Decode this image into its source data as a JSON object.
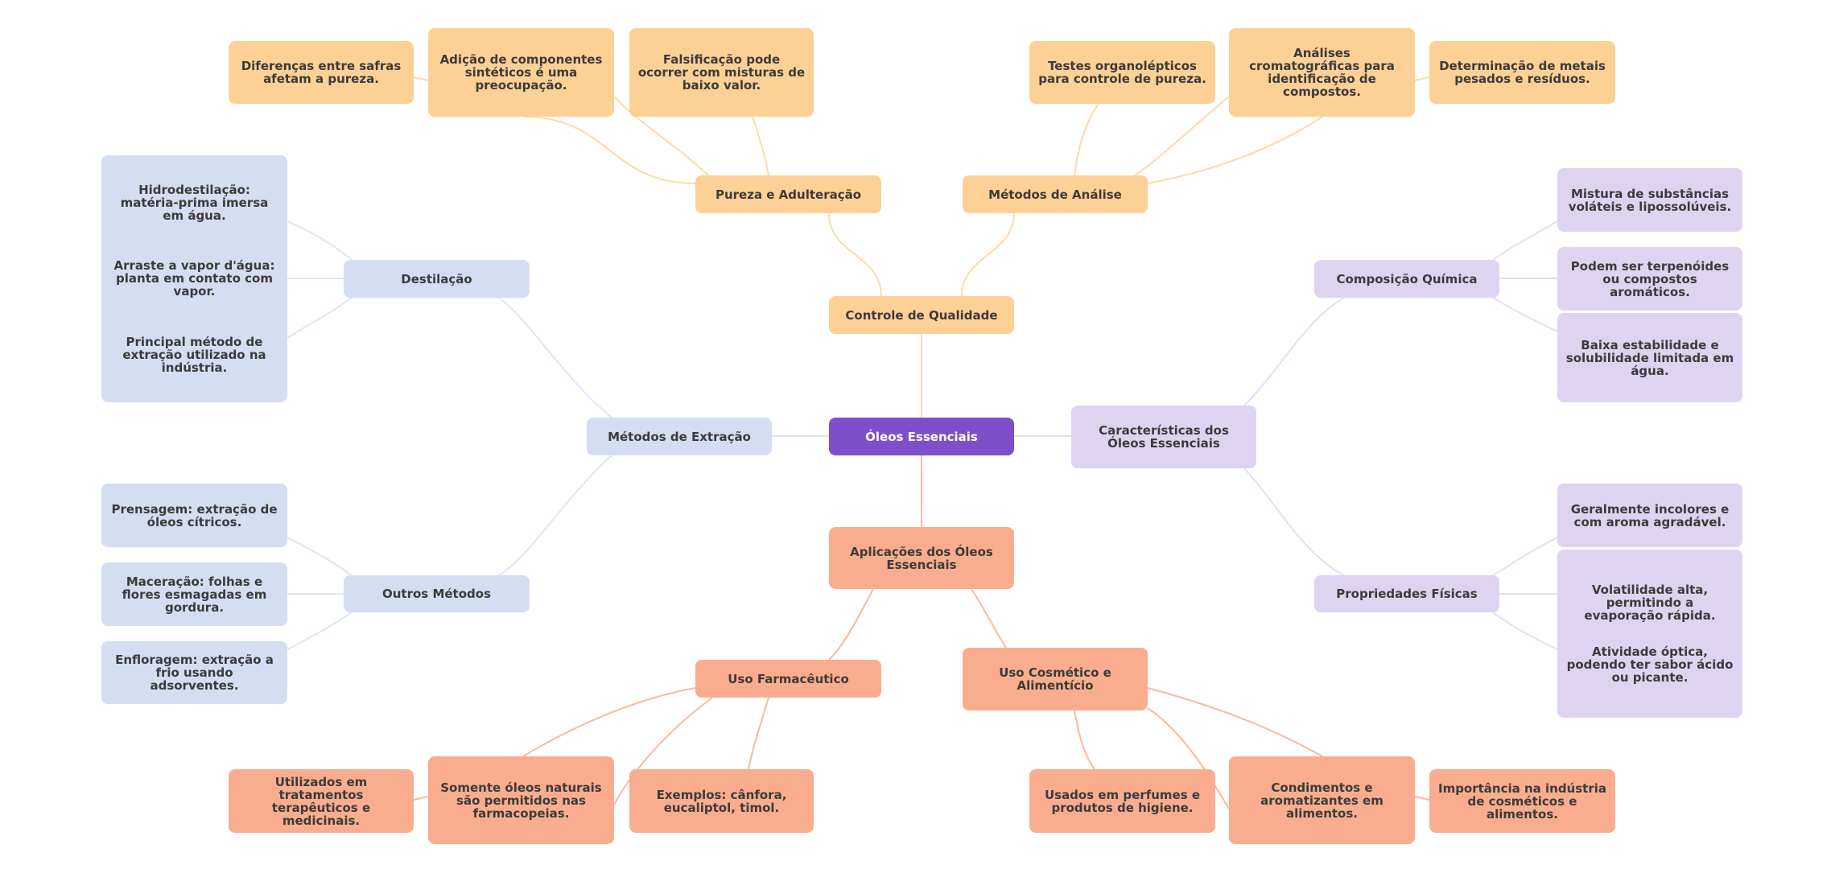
{
  "colors": {
    "root": "#7f4fcb",
    "quality": "#fdd096",
    "extraction": "#d5ddf2",
    "characteristics": "#ded4f1",
    "applications": "#f9ad8e",
    "text": "#3b3b3b"
  },
  "root": {
    "label": "Óleos Essenciais"
  },
  "quality": {
    "label": "Controle de Qualidade",
    "purity": {
      "label": "Pureza e Adulteração",
      "items": [
        "Diferenças entre safras afetam a pureza.",
        "Adição de componentes sintéticos é uma preocupação.",
        "Falsificação pode ocorrer com misturas de baixo valor."
      ]
    },
    "analysis": {
      "label": "Métodos de Análise",
      "items": [
        "Testes organolépticos para controle de pureza.",
        "Análises cromatográficas para identificação de compostos.",
        "Determinação de metais pesados e resíduos."
      ]
    }
  },
  "extraction": {
    "label": "Métodos de Extração",
    "distillation": {
      "label": "Destilação",
      "items": [
        "Hidrodestilação: matéria-prima imersa em água.",
        "Arraste a vapor d'água: planta em contato com vapor.",
        "Principal método de extração utilizado na indústria."
      ]
    },
    "others": {
      "label": "Outros Métodos",
      "items": [
        "Prensagem: extração de óleos cítricos.",
        "Maceração: folhas e flores esmagadas em gordura.",
        "Enfloragem: extração a frio usando adsorventes."
      ]
    }
  },
  "characteristics": {
    "label": "Características dos Óleos Essenciais",
    "composition": {
      "label": "Composição Química",
      "items": [
        "Mistura de substâncias voláteis e lipossolúveis.",
        "Podem ser terpenóides ou compostos aromáticos.",
        "Baixa estabilidade e solubilidade limitada em água."
      ]
    },
    "physical": {
      "label": "Propriedades Físicas",
      "items": [
        "Geralmente incolores e com aroma agradável.",
        "Volatilidade alta, permitindo a evaporação rápida.",
        "Atividade óptica, podendo ter sabor ácido ou picante."
      ]
    }
  },
  "applications": {
    "label": "Aplicações dos Óleos Essenciais",
    "pharma": {
      "label": "Uso Farmacêutico",
      "items": [
        "Utilizados em tratamentos terapêuticos e medicinais.",
        "Somente óleos naturais são permitidos nas farmacopeias.",
        "Exemplos: cânfora, eucaliptol, timol."
      ]
    },
    "cosmetic": {
      "label": "Uso Cosmético e Alimentício",
      "items": [
        "Usados em perfumes e produtos de higiene.",
        "Condimentos e aromatizantes em alimentos.",
        "Importância na indústria de cosméticos e alimentos."
      ]
    }
  }
}
